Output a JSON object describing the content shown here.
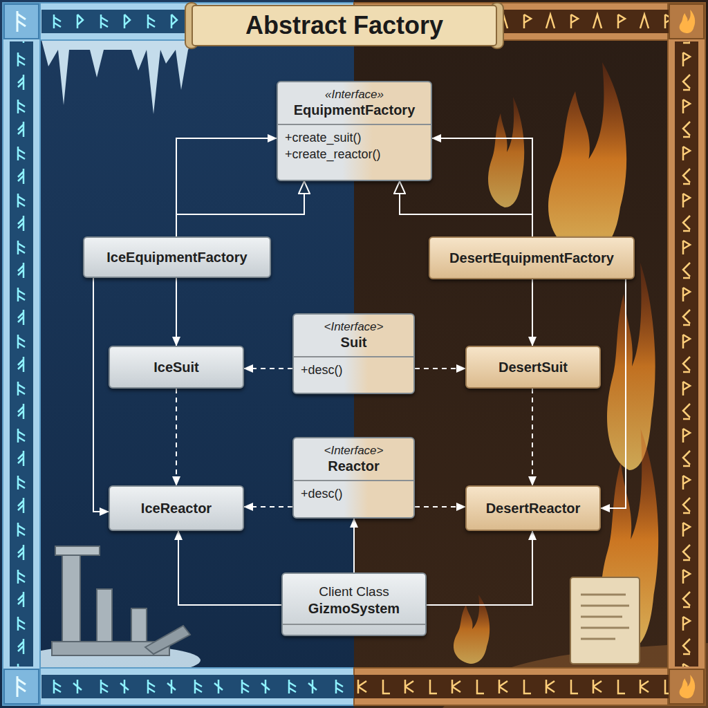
{
  "diagram": {
    "title": "Abstract Factory",
    "nodes": [
      {
        "text": [
          "«Interface»",
          "EquipmentFactory",
          "+create_suit() +create_reactor()"
        ]
      },
      {
        "text": [
          "IceEquipmentFactory"
        ]
      },
      {
        "text": [
          "DesertEquipmentFactory"
        ]
      },
      {
        "text": [
          "IceSuit"
        ]
      },
      {
        "text": [
          "<Interface>",
          "Suit",
          "+desc()"
        ]
      },
      {
        "text": [
          "DesertSuit"
        ]
      },
      {
        "text": [
          "IceReactor"
        ]
      },
      {
        "text": [
          "<Interface>",
          "Reactor",
          "+desc()"
        ]
      },
      {
        "text": [
          "DesertReactor"
        ]
      },
      {
        "text": [
          "Client Class",
          "GizmoSystem"
        ]
      }
    ],
    "edges": [
      {
        "from": 1,
        "to": 0,
        "arrow": "to"
      },
      {
        "from": 1,
        "to": 0,
        "arrow": "to"
      },
      {
        "from": 2,
        "to": 0,
        "arrow": "to"
      },
      {
        "from": 2,
        "to": 0,
        "arrow": "to"
      },
      {
        "from": 1,
        "to": 3,
        "arrow": "to"
      },
      {
        "from": 1,
        "to": 6,
        "arrow": "to"
      },
      {
        "from": 2,
        "to": 5,
        "arrow": "to"
      },
      {
        "from": 2,
        "to": 8,
        "arrow": "to"
      },
      {
        "from": 4,
        "to": 3,
        "arrow": "to"
      },
      {
        "from": 4,
        "to": 5,
        "arrow": "to"
      },
      {
        "from": 3,
        "to": 6,
        "arrow": "to"
      },
      {
        "from": 5,
        "to": 8,
        "arrow": "to"
      },
      {
        "from": 7,
        "to": 6,
        "arrow": "to"
      },
      {
        "from": 7,
        "to": 8,
        "arrow": "to"
      },
      {
        "from": 9,
        "to": 6,
        "arrow": "to"
      },
      {
        "from": 9,
        "to": 7,
        "arrow": "to"
      },
      {
        "from": 9,
        "to": 8,
        "arrow": "to"
      }
    ]
  }
}
